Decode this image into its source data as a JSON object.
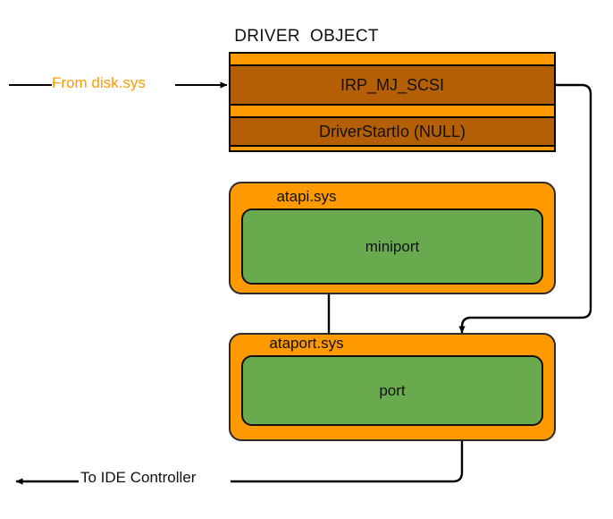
{
  "diagram": {
    "title": "DRIVER  OBJECT",
    "driver_object": {
      "label": "DRIVER  OBJECT",
      "rows": [
        {
          "name": "irp-mj-scsi",
          "text": "IRP_MJ_SCSI"
        },
        {
          "name": "driver-startio",
          "text": "DriverStartIo (NULL)"
        }
      ]
    },
    "modules": [
      {
        "name": "atapi",
        "title": "atapi.sys",
        "inner": "miniport"
      },
      {
        "name": "ataport",
        "title": "ataport.sys",
        "inner": "port"
      }
    ],
    "flows": {
      "inbound": "From disk.sys",
      "outbound": "To IDE Controller"
    },
    "colors": {
      "orange": "#ff9900",
      "brown": "#b45f06",
      "green": "#6aaa4f",
      "outline": "#111111",
      "background": "#ffffff"
    }
  }
}
